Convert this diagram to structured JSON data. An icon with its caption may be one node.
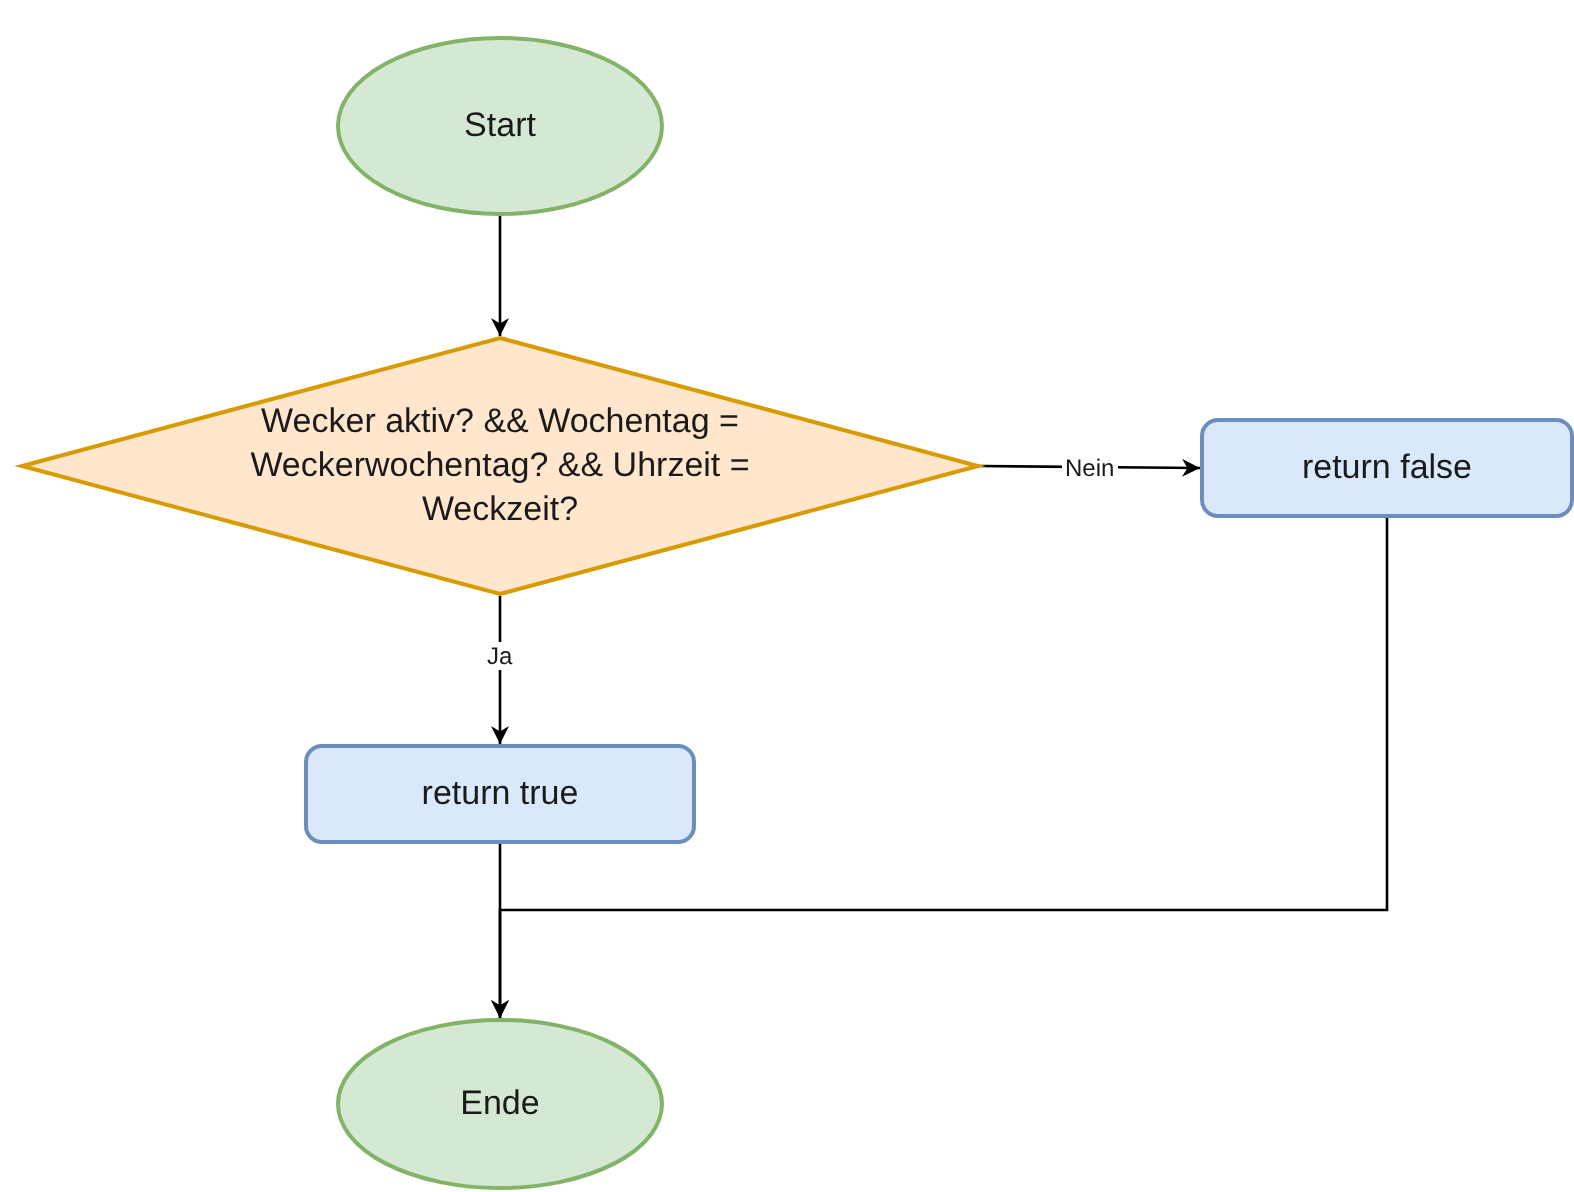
{
  "diagram": {
    "nodes": [
      {
        "text": [
          "Start"
        ]
      },
      {
        "text": [
          "Wecker aktiv? && Wochentag = Weckerwochentag? && Uhrzeit = Weckzeit?"
        ]
      },
      {
        "text": [
          "return false"
        ]
      },
      {
        "text": [
          "return true"
        ]
      },
      {
        "text": [
          "Ende"
        ]
      }
    ],
    "edges": [
      {
        "from": 0,
        "to": 1,
        "arrow": "to"
      },
      {
        "from": 1,
        "to": 2,
        "arrow": "to",
        "label": "Nein"
      },
      {
        "from": 1,
        "to": 3,
        "arrow": "to",
        "label": "Ja"
      },
      {
        "from": 3,
        "to": 4,
        "arrow": "to"
      },
      {
        "from": 2,
        "to": 4,
        "arrow": "to"
      }
    ]
  }
}
